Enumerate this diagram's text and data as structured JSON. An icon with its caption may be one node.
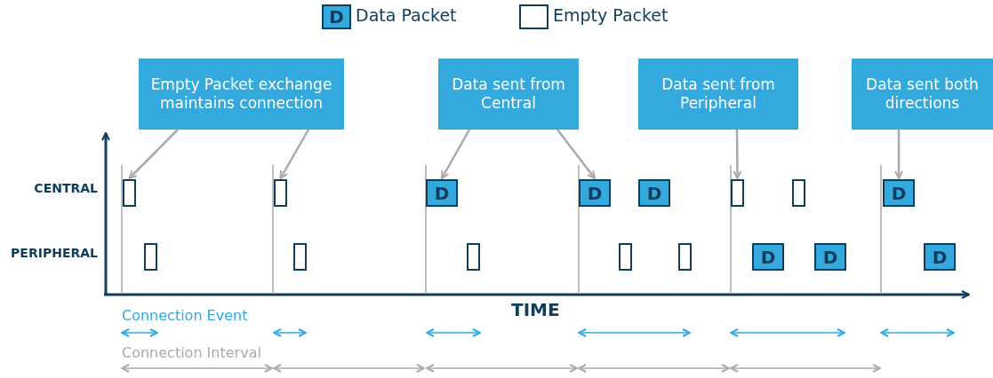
{
  "diagram": {
    "nodes": [
      {
        "text": [
          "Empty Packet exchange maintains connection"
        ]
      },
      {
        "text": [
          "Data sent from Central"
        ]
      },
      {
        "text": [
          "Data sent from Peripheral"
        ]
      },
      {
        "text": [
          "Data sent both directions"
        ]
      },
      {
        "text": [],
        "shape": "box"
      },
      {
        "text": [],
        "shape": "box"
      },
      {
        "text": [
          "D"
        ]
      },
      {
        "text": [
          "D"
        ]
      },
      {
        "text": [
          "D"
        ]
      },
      {
        "text": [],
        "shape": "box"
      },
      {
        "text": [],
        "shape": "box"
      },
      {
        "text": [
          "D"
        ]
      },
      {
        "text": [],
        "shape": "box"
      },
      {
        "text": [],
        "shape": "box"
      },
      {
        "text": [],
        "shape": "box"
      },
      {
        "text": [],
        "shape": "box"
      },
      {
        "text": [],
        "shape": "box"
      },
      {
        "text": [
          "D"
        ]
      },
      {
        "text": [
          "D"
        ]
      },
      {
        "text": [
          "D"
        ]
      }
    ],
    "edges": [
      {
        "from": 0,
        "to": 4,
        "arrow": "to"
      },
      {
        "from": 0,
        "to": 5,
        "arrow": "to"
      },
      {
        "from": 1,
        "to": 6,
        "arrow": "to"
      },
      {
        "from": 1,
        "to": 7,
        "arrow": "to"
      },
      {
        "from": 2,
        "to": 9,
        "arrow": "to"
      },
      {
        "from": 3,
        "to": 11,
        "arrow": "to"
      }
    ],
    "labels": [
      "D",
      "CENTRAL",
      "PERIPHERAL",
      "TIME",
      "Connection Event",
      "Connection Interval"
    ],
    "legend": [
      {
        "text": "Data Packet"
      },
      {
        "text": "Empty Packet"
      }
    ]
  }
}
